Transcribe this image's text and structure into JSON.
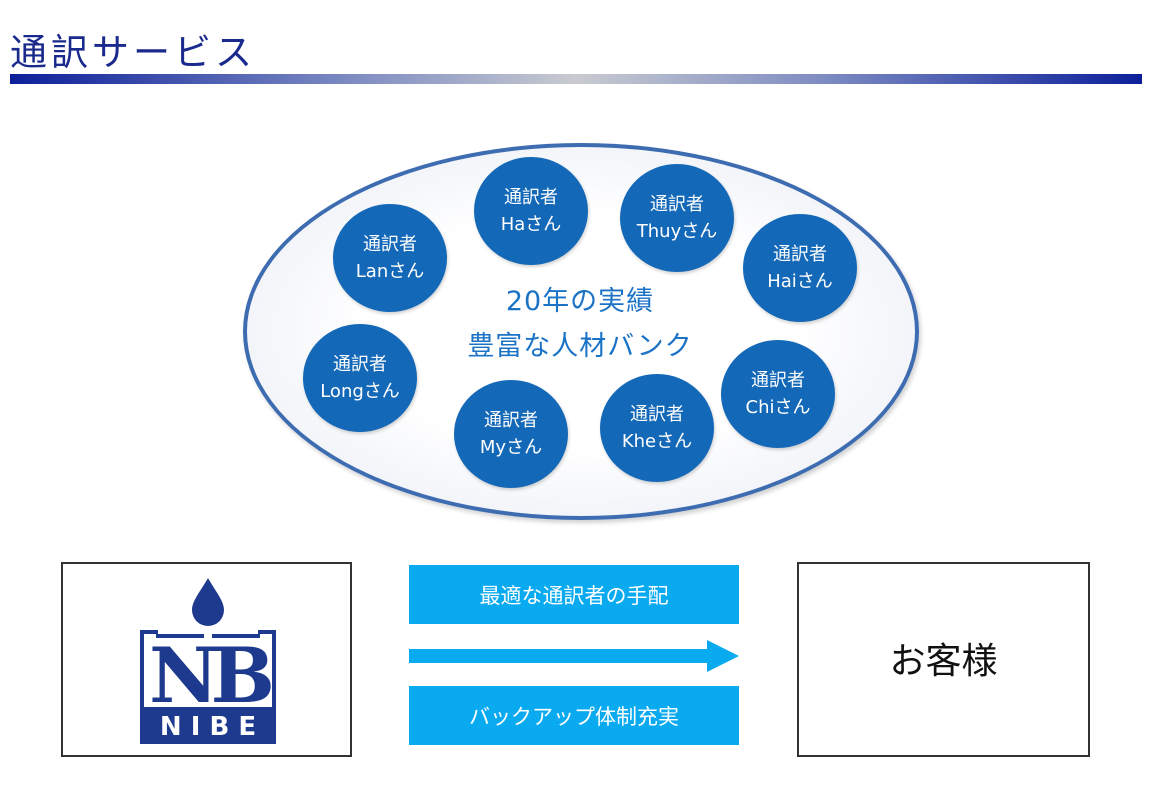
{
  "title": "通訳サービス",
  "pool": {
    "headline_line1": "20年の実績",
    "headline_line2": "豊富な人材バンク",
    "role_label": "通訳者",
    "interpreters": [
      {
        "name": "Haさん"
      },
      {
        "name": "Thuyさん"
      },
      {
        "name": "Lanさん"
      },
      {
        "name": "Haiさん"
      },
      {
        "name": "Longさん"
      },
      {
        "name": "Chiさん"
      },
      {
        "name": "Myさん"
      },
      {
        "name": "Kheさん"
      }
    ]
  },
  "flow": {
    "arrangement_label": "最適な通訳者の手配",
    "backup_label": "バックアップ体制充実",
    "customer_label": "お客様"
  },
  "logo": {
    "letters": "NB",
    "wordmark": "N I B E"
  },
  "colors": {
    "title_blue": "#1a2a8c",
    "circle_blue": "#1468b8",
    "headline_blue": "#1b73c6",
    "band_cyan": "#09aaf0",
    "logo_navy": "#1d3a8f"
  }
}
